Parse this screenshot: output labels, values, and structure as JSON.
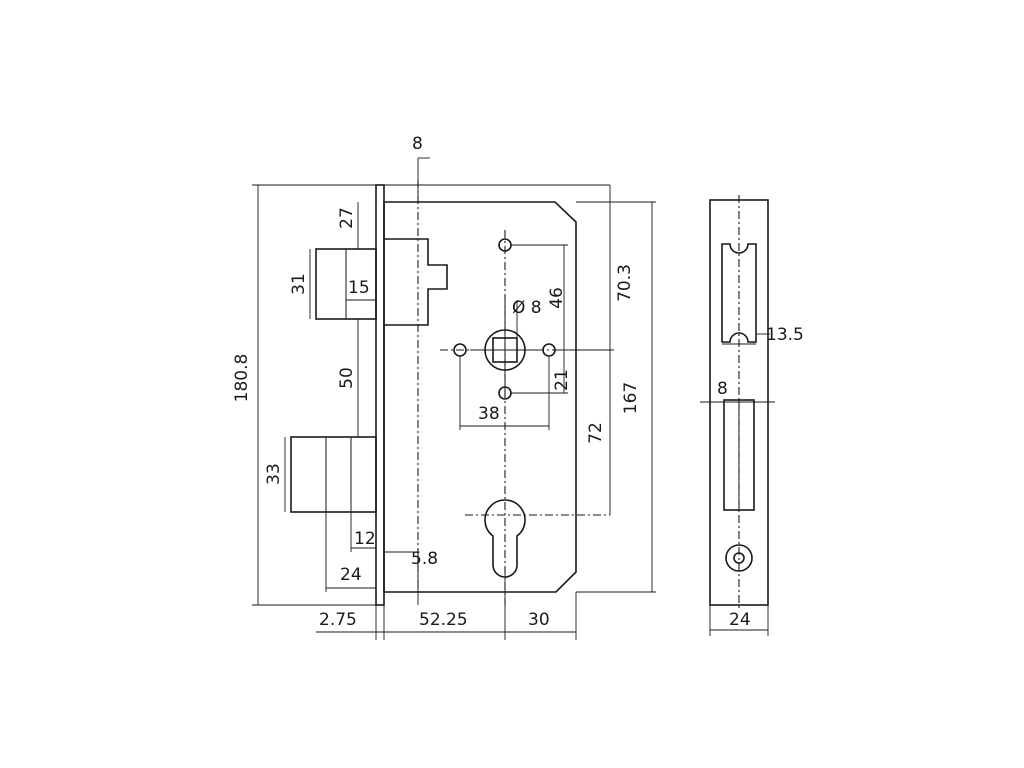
{
  "diagram": {
    "dimensions": {
      "top_gap": "8",
      "overall_height": "180.8",
      "latch_offset": "27",
      "latch_height": "31",
      "latch_depth": "15",
      "latch_to_bolt": "50",
      "bolt_height": "33",
      "bolt_depth_inner": "12",
      "bolt_depth_outer": "24",
      "spindle_square": "Ø 8",
      "spindle_to_top_hole": "46",
      "top_to_spindle": "70.3",
      "spindle_to_bottom_hole": "21",
      "hole_spacing": "38",
      "spindle_to_cylinder": "72",
      "body_height": "167",
      "faceplate_gap": "5.8",
      "faceplate_thickness": "2.75",
      "backset": "52.25",
      "cylinder_to_edge": "30",
      "side_slot_height": "13.5",
      "side_slot_width": "8",
      "side_width": "24"
    }
  }
}
